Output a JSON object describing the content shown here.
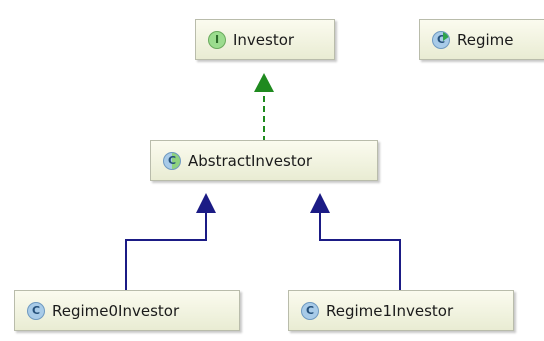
{
  "diagram": {
    "nodes": [
      {
        "id": "investor",
        "label": "Investor",
        "kind": "interface",
        "icon": "interface-icon",
        "glyph": "I"
      },
      {
        "id": "regime",
        "label": "Regime",
        "kind": "class",
        "icon": "class-runnable-icon",
        "glyph": "C"
      },
      {
        "id": "abstract",
        "label": "AbstractInvestor",
        "kind": "abstract-class",
        "icon": "abstract-class-icon",
        "glyph": "C"
      },
      {
        "id": "r0",
        "label": "Regime0Investor",
        "kind": "class",
        "icon": "class-icon",
        "glyph": "C"
      },
      {
        "id": "r1",
        "label": "Regime1Investor",
        "kind": "class",
        "icon": "class-icon",
        "glyph": "C"
      }
    ],
    "edges": [
      {
        "from": "abstract",
        "to": "investor",
        "type": "implements",
        "style": "dashed",
        "color": "#1f8a1f"
      },
      {
        "from": "r0",
        "to": "abstract",
        "type": "extends",
        "style": "solid",
        "color": "#1b1b85"
      },
      {
        "from": "r1",
        "to": "abstract",
        "type": "extends",
        "style": "solid",
        "color": "#1b1b85"
      }
    ]
  }
}
